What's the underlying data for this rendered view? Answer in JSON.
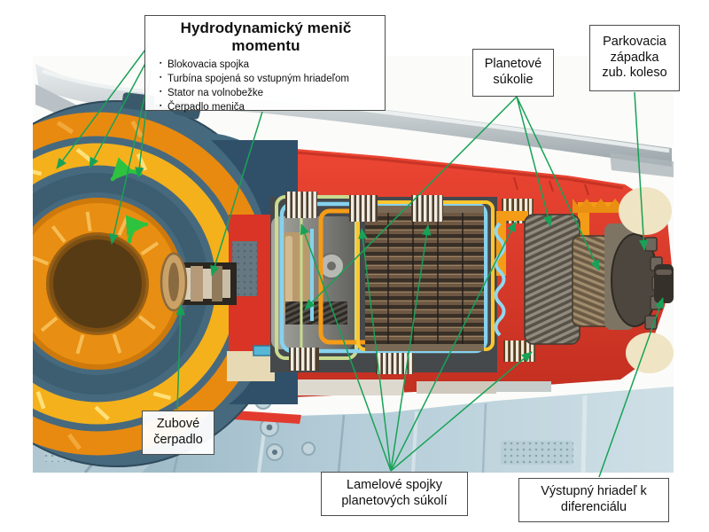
{
  "palette": {
    "annotation_line": "#18a257",
    "flow_arrow": "#2ec33e",
    "case_red": "#e23b2e",
    "converter_orange": "#e88e12",
    "converter_yellow": "#f4b11c",
    "housing_steel_blue": "#47697e",
    "lower_case_blue": "#a9c6d2",
    "cream": "#efe4c4",
    "box_border": "#4c4c4c",
    "box_background": "#ffffff"
  },
  "annotations": {
    "torque_converter_box": {
      "title": "Hydrodynamický menič momentu",
      "bullets": [
        "Blokovacia spojka",
        "Turbína spojená so vstupným hriadeľom",
        "Stator na volnobežke",
        "Čerpadlo meniča"
      ]
    },
    "planetary_label": [
      "Planetové",
      "súkolie"
    ],
    "parking_label": [
      "Parkovacia",
      "západka",
      "zub. koleso"
    ],
    "gear_pump_label": [
      "Zubové",
      "čerpadlo"
    ],
    "clutch_label": [
      "Lamelové spojky",
      "planetových súkolí"
    ],
    "output_label": [
      "Výstupný hriadeľ k",
      "diferenciálu"
    ]
  }
}
